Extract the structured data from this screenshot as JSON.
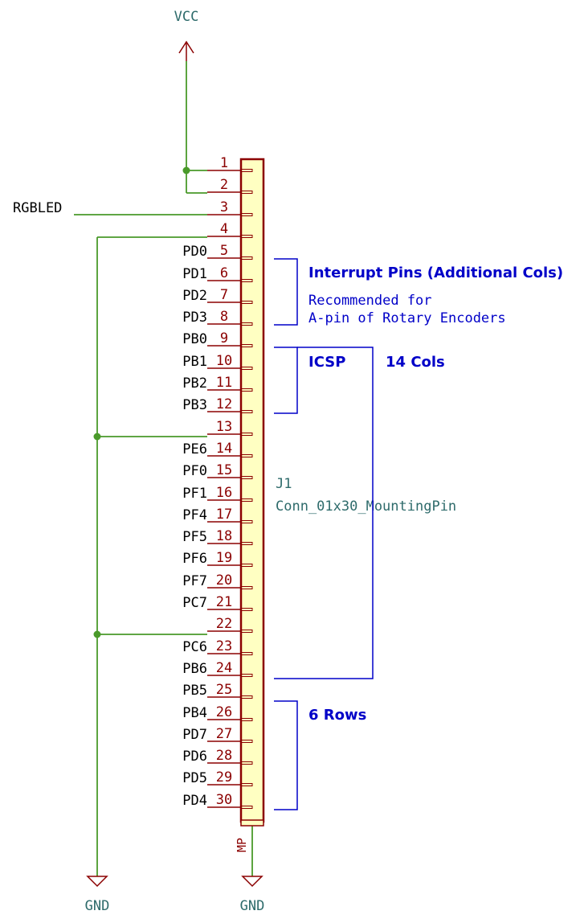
{
  "power": {
    "vcc": "VCC",
    "gnd_left": "GND",
    "gnd_right": "GND"
  },
  "net_label_rgbled": "RGBLED",
  "component": {
    "reference": "J1",
    "value": "Conn_01x30_MountingPin",
    "mounting_pin_label": "MP"
  },
  "pins": [
    {
      "number": "1",
      "name": ""
    },
    {
      "number": "2",
      "name": ""
    },
    {
      "number": "3",
      "name": ""
    },
    {
      "number": "4",
      "name": ""
    },
    {
      "number": "5",
      "name": "PD0"
    },
    {
      "number": "6",
      "name": "PD1"
    },
    {
      "number": "7",
      "name": "PD2"
    },
    {
      "number": "8",
      "name": "PD3"
    },
    {
      "number": "9",
      "name": "PB0"
    },
    {
      "number": "10",
      "name": "PB1"
    },
    {
      "number": "11",
      "name": "PB2"
    },
    {
      "number": "12",
      "name": "PB3"
    },
    {
      "number": "13",
      "name": ""
    },
    {
      "number": "14",
      "name": "PE6"
    },
    {
      "number": "15",
      "name": "PF0"
    },
    {
      "number": "16",
      "name": "PF1"
    },
    {
      "number": "17",
      "name": "PF4"
    },
    {
      "number": "18",
      "name": "PF5"
    },
    {
      "number": "19",
      "name": "PF6"
    },
    {
      "number": "20",
      "name": "PF7"
    },
    {
      "number": "21",
      "name": "PC7"
    },
    {
      "number": "22",
      "name": ""
    },
    {
      "number": "23",
      "name": "PC6"
    },
    {
      "number": "24",
      "name": "PB6"
    },
    {
      "number": "25",
      "name": "PB5"
    },
    {
      "number": "26",
      "name": "PB4"
    },
    {
      "number": "27",
      "name": "PD7"
    },
    {
      "number": "28",
      "name": "PD6"
    },
    {
      "number": "29",
      "name": "PD5"
    },
    {
      "number": "30",
      "name": "PD4"
    }
  ],
  "notes": {
    "interrupt_title": "Interrupt Pins (Additional Cols)",
    "interrupt_line1": "Recommended for",
    "interrupt_line2": "A-pin of Rotary Encoders",
    "icsp": "ICSP",
    "cols": "14 Cols",
    "rows": "6 Rows"
  },
  "colors": {
    "wire": "#4a9a2a",
    "junction": "#4a9a2a",
    "pin": "#8b0000",
    "body_fill": "#ffffc2",
    "body_stroke": "#8b0000",
    "power": "#8b0000",
    "note": "#0000c8"
  }
}
